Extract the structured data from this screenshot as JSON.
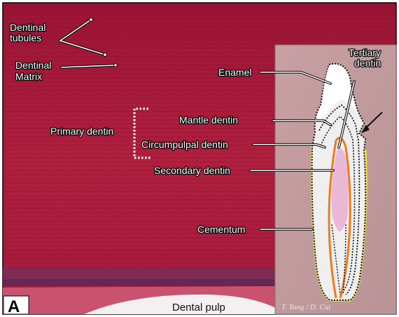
{
  "panel_letter": "A",
  "labels": {
    "dentinal_tubules_line1": "Dentinal",
    "dentinal_tubules_line2": "tubules",
    "dentinal_matrix_line1": "Dentinal",
    "dentinal_matrix_line2": "Matrix",
    "primary_dentin": "Primary dentin",
    "enamel": "Enamel",
    "tertiary_dentin_line1": "Tertiary",
    "tertiary_dentin_line2": "dentin",
    "mantle_dentin": "Mantle dentin",
    "circumpulpal_dentin": "Circumpulpal dentin",
    "secondary_dentin": "Secondary dentin",
    "cementum": "Cementum",
    "dental_pulp": "Dental pulp"
  },
  "credit": "T. Yang / D. Cui",
  "colors": {
    "tissue": "#a8183a",
    "tissue_light": "#c03250",
    "diagram_bg": "#c9a3a3",
    "pulp_chamber": "#e8b8d6",
    "secondary_dentin_line": "#f07a1a",
    "cementum_line": "#f2e33a"
  }
}
